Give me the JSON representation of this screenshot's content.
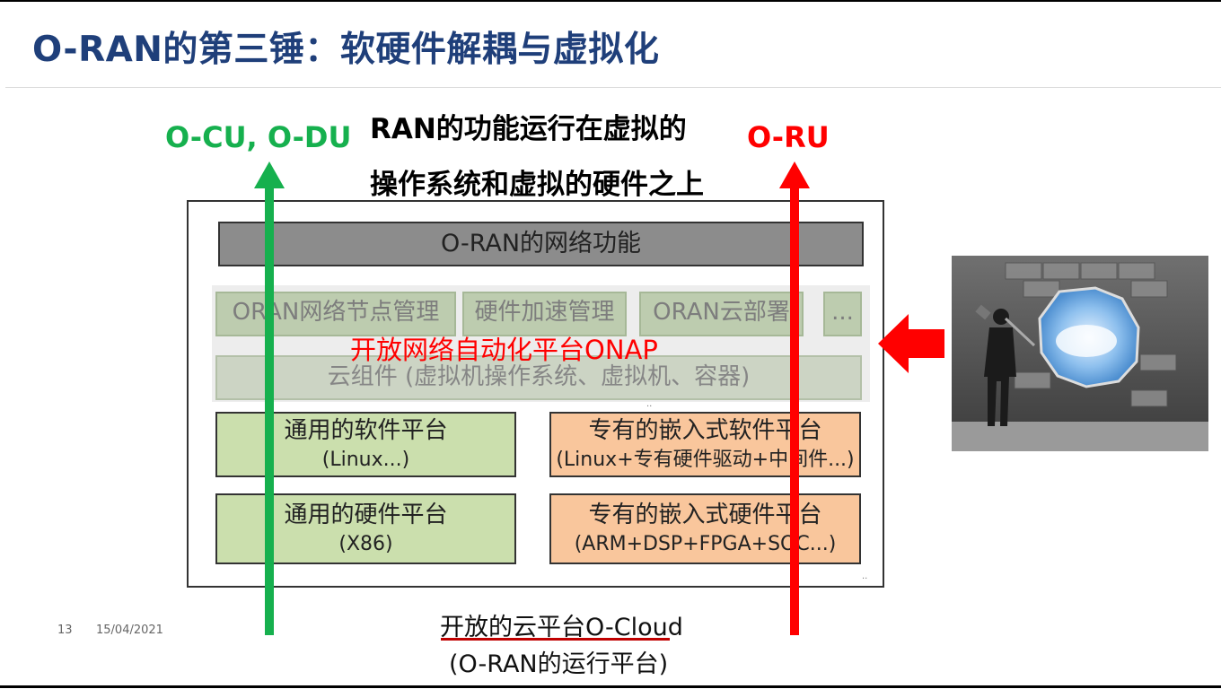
{
  "title": "O-RAN的第三锤：软硬件解耦与虚拟化",
  "labels": {
    "left_arrow": "O-CU, O-DU",
    "right_arrow": "O-RU",
    "caption_line1": "RAN的功能运行在虚拟的",
    "caption_line2": "操作系统和虚拟的硬件之上"
  },
  "stack": {
    "top_bar": "O-RAN的网络功能",
    "mgmt_boxes": [
      "ORAN网络节点管理",
      "硬件加速管理",
      "ORAN云部署",
      "..."
    ],
    "onap_label": "开放网络自动化平台ONAP",
    "cloud_components": "云组件 (虚拟机操作系统、虚拟机、容器)",
    "general_software": {
      "title": "通用的软件平台",
      "sub": "(Linux...)"
    },
    "dedicated_software": {
      "title": "专有的嵌入式软件平台",
      "sub": "(Linux+专有硬件驱动+中间件...)"
    },
    "general_hardware": {
      "title": "通用的硬件平台",
      "sub": "(X86)"
    },
    "dedicated_hardware": {
      "title": "专有的嵌入式硬件平台",
      "sub": "(ARM+DSP+FPGA+SOC...)"
    }
  },
  "bottom": {
    "cloud_title": "开放的云平台O-Cloud",
    "cloud_sub": "(O-RAN的运行平台)"
  },
  "footer": {
    "slide_number": "13",
    "date": "15/04/2021"
  },
  "colors": {
    "title": "#1f3f7a",
    "green": "#16b04e",
    "red": "#ff0000"
  },
  "image": {
    "description_icon": "man-with-sledgehammer-breaking-wall-photo"
  }
}
